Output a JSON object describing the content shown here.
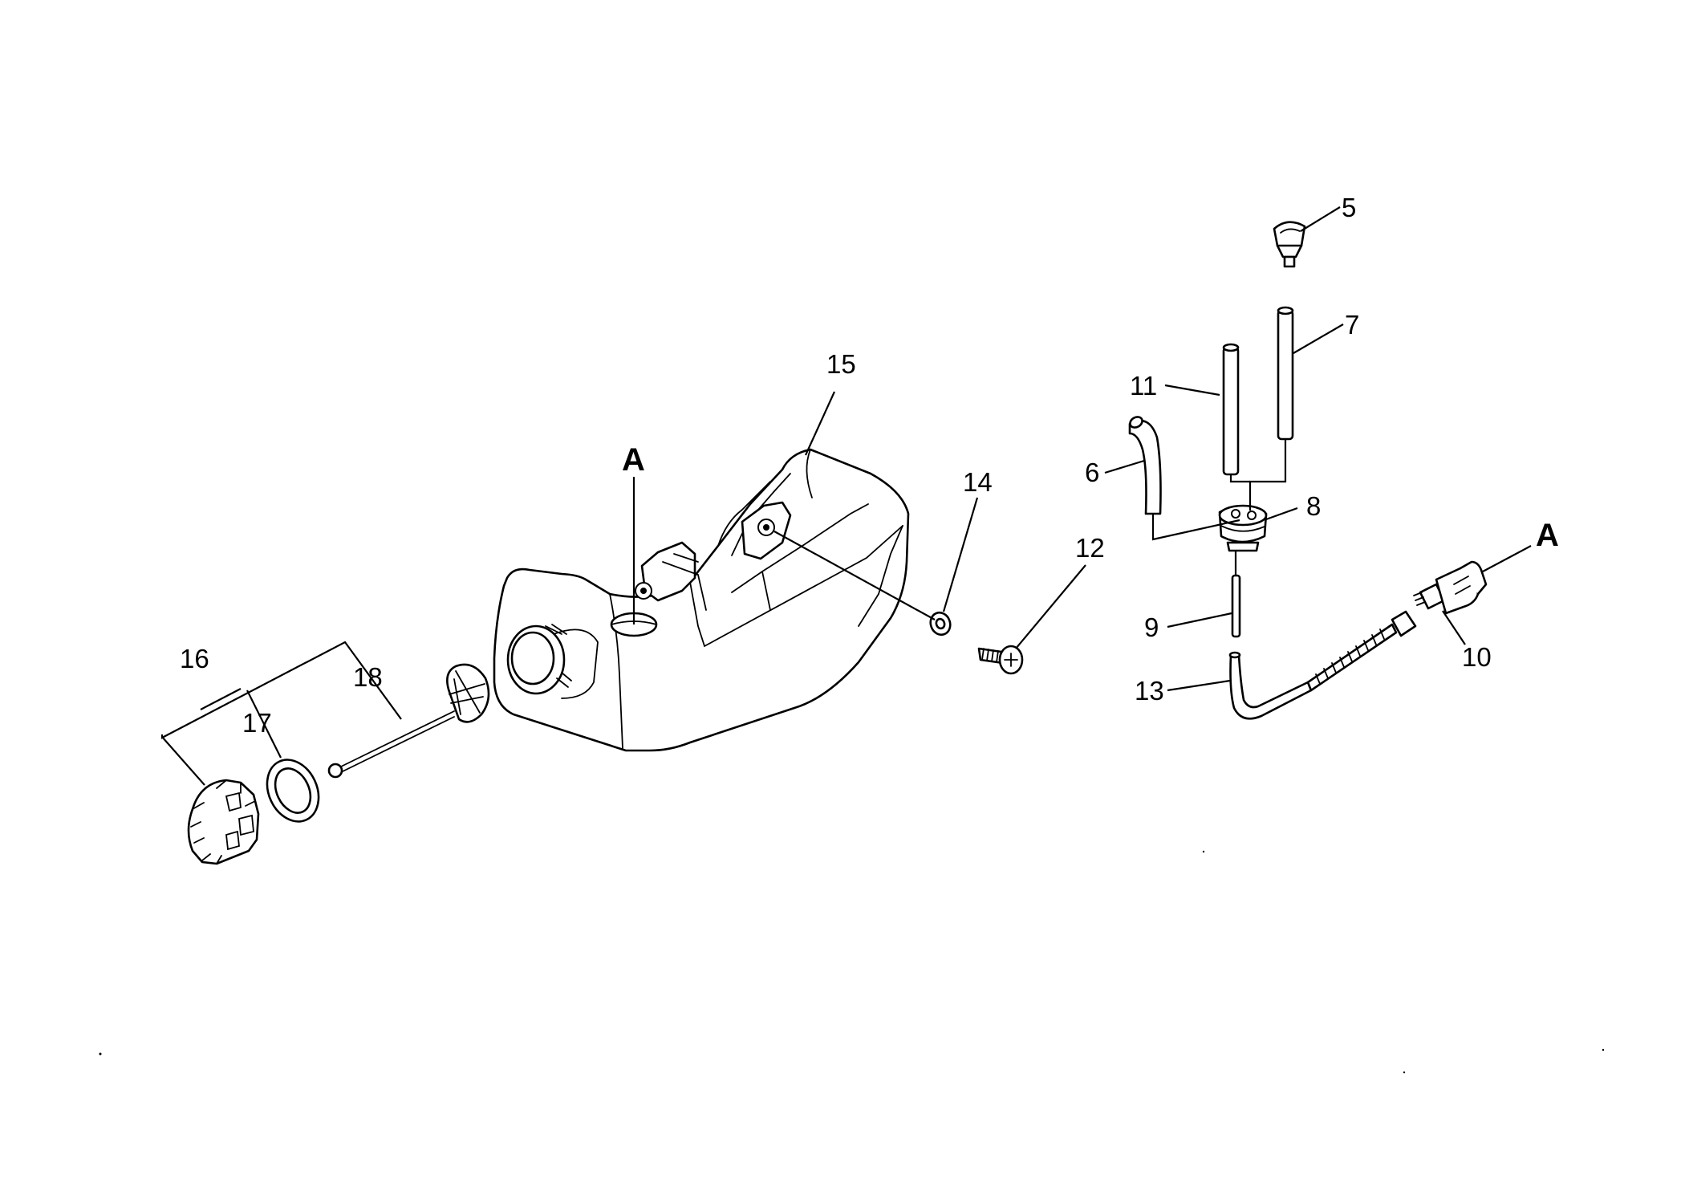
{
  "diagram": {
    "callouts": {
      "c5": "5",
      "c6": "6",
      "c7": "7",
      "c8": "8",
      "c9": "9",
      "c10": "10",
      "c11": "11",
      "c12": "12",
      "c13": "13",
      "c14": "14",
      "c15": "15",
      "c16": "16",
      "c17": "17",
      "c18": "18"
    },
    "references": {
      "a_tank": "A",
      "a_fitting": "A"
    },
    "colors": {
      "line": "#000000",
      "background": "#ffffff"
    }
  }
}
